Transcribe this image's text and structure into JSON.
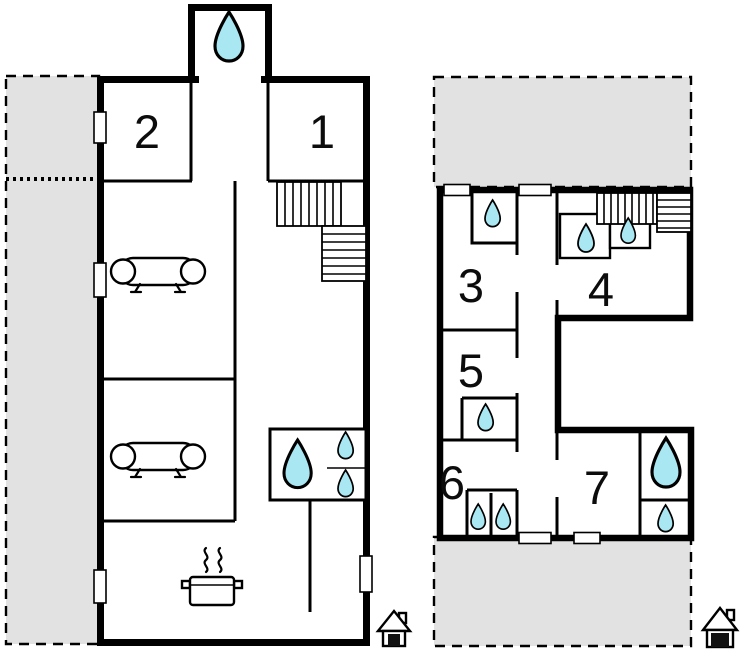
{
  "floorplan": {
    "rooms": {
      "room1": "1",
      "room2": "2",
      "room3": "3",
      "room4": "4",
      "room5": "5",
      "room6": "6",
      "room7": "7"
    },
    "colors": {
      "water_drop": "#a9e8f3",
      "terrace": "#e2e2e2",
      "wall": "#000000",
      "background": "#ffffff"
    },
    "icons": {
      "water_drop": "water-drop-icon",
      "sofa": "sofa-icon",
      "cooking_pot": "cooking-pot-icon",
      "stairs": "stairs-icon",
      "house_entrance": "house-entrance-icon"
    }
  }
}
